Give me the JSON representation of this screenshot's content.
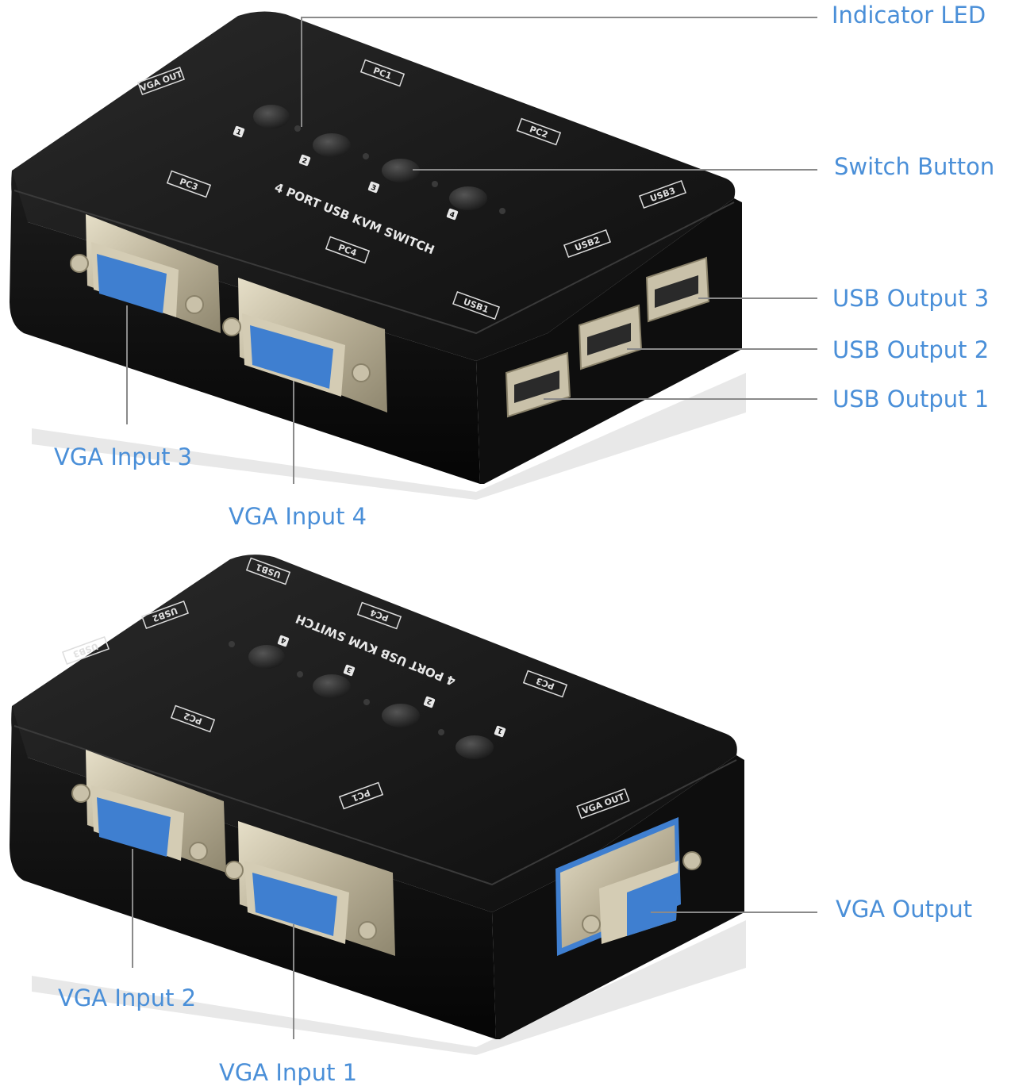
{
  "product": {
    "title_top": "4 PORT USB KVM SWITCH",
    "title_bottom": "4 PORT USB KVM SWITCH"
  },
  "port_tags": {
    "top": {
      "vga_out": "VGA OUT",
      "pc1": "PC1",
      "pc2": "PC2",
      "pc3": "PC3",
      "pc4": "PC4",
      "usb1": "USB1",
      "usb2": "USB2",
      "usb3": "USB3",
      "btn1": "1",
      "btn2": "2",
      "btn3": "3",
      "btn4": "4"
    },
    "bottom": {
      "usb1": "USB1",
      "usb2": "USB2",
      "usb3": "USB3",
      "pc1": "PC1",
      "pc2": "PC2",
      "pc3": "PC3",
      "pc4": "PC4",
      "vga_out": "VGA OUT",
      "btn1": "1",
      "btn2": "2",
      "btn3": "3",
      "btn4": "4"
    }
  },
  "callouts": {
    "indicator_led": "Indicator LED",
    "switch_button": "Switch Button",
    "usb_output_3": "USB Output 3",
    "usb_output_2": "USB Output 2",
    "usb_output_1": "USB Output 1",
    "vga_input_3": "VGA Input 3",
    "vga_input_4": "VGA Input 4",
    "vga_output": "VGA Output",
    "vga_input_2": "VGA Input 2",
    "vga_input_1": "VGA Input 1"
  },
  "colors": {
    "callout_text": "#4a8fd8",
    "leader_line": "#8a8a8a",
    "device_body": "#141414",
    "vga_blue": "#3f7fd0",
    "metal": "#c8c0a8"
  }
}
